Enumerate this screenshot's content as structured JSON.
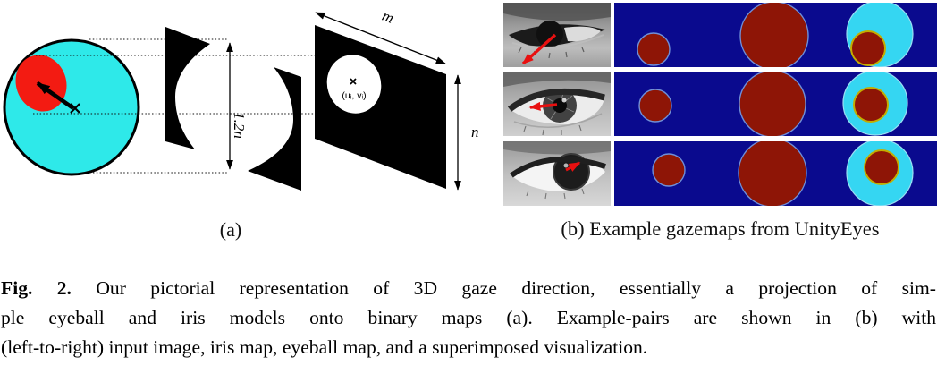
{
  "figure": {
    "panel_a": {
      "label": "(a)",
      "uv_label": "(uᵢ, vᵢ)",
      "dim_m": "m",
      "dim_n": "n",
      "dim_height": "1.2n",
      "colors": {
        "eyeball_fill": "#2ee9e9",
        "iris_fill": "#f31b12",
        "ink": "#000000"
      }
    },
    "panel_b": {
      "label": "(b) Example gazemaps from UnityEyes",
      "colors": {
        "map_background": "#0a0a8e",
        "map_red": "#8e1506",
        "map_cyan": "#35d6f2",
        "rim_yellow": "#c3ad00",
        "rim_light_blue": "#6f8fd8",
        "gaze_arrow_red": "#e81010"
      },
      "rows": [
        {
          "name": "row-1",
          "gaze_arrow": "down-left"
        },
        {
          "name": "row-2",
          "gaze_arrow": "left"
        },
        {
          "name": "row-3",
          "gaze_arrow": "up-right"
        }
      ]
    },
    "caption": {
      "bold": "Fig. 2.",
      "line1": " Our pictorial representation of 3D gaze direction, essentially a projection of sim-",
      "line2": "ple eyeball and iris models onto binary maps (a). Example-pairs are shown in (b) with",
      "line3": "(left-to-right) input image, iris map, eyeball map, and a superimposed visualization."
    }
  }
}
